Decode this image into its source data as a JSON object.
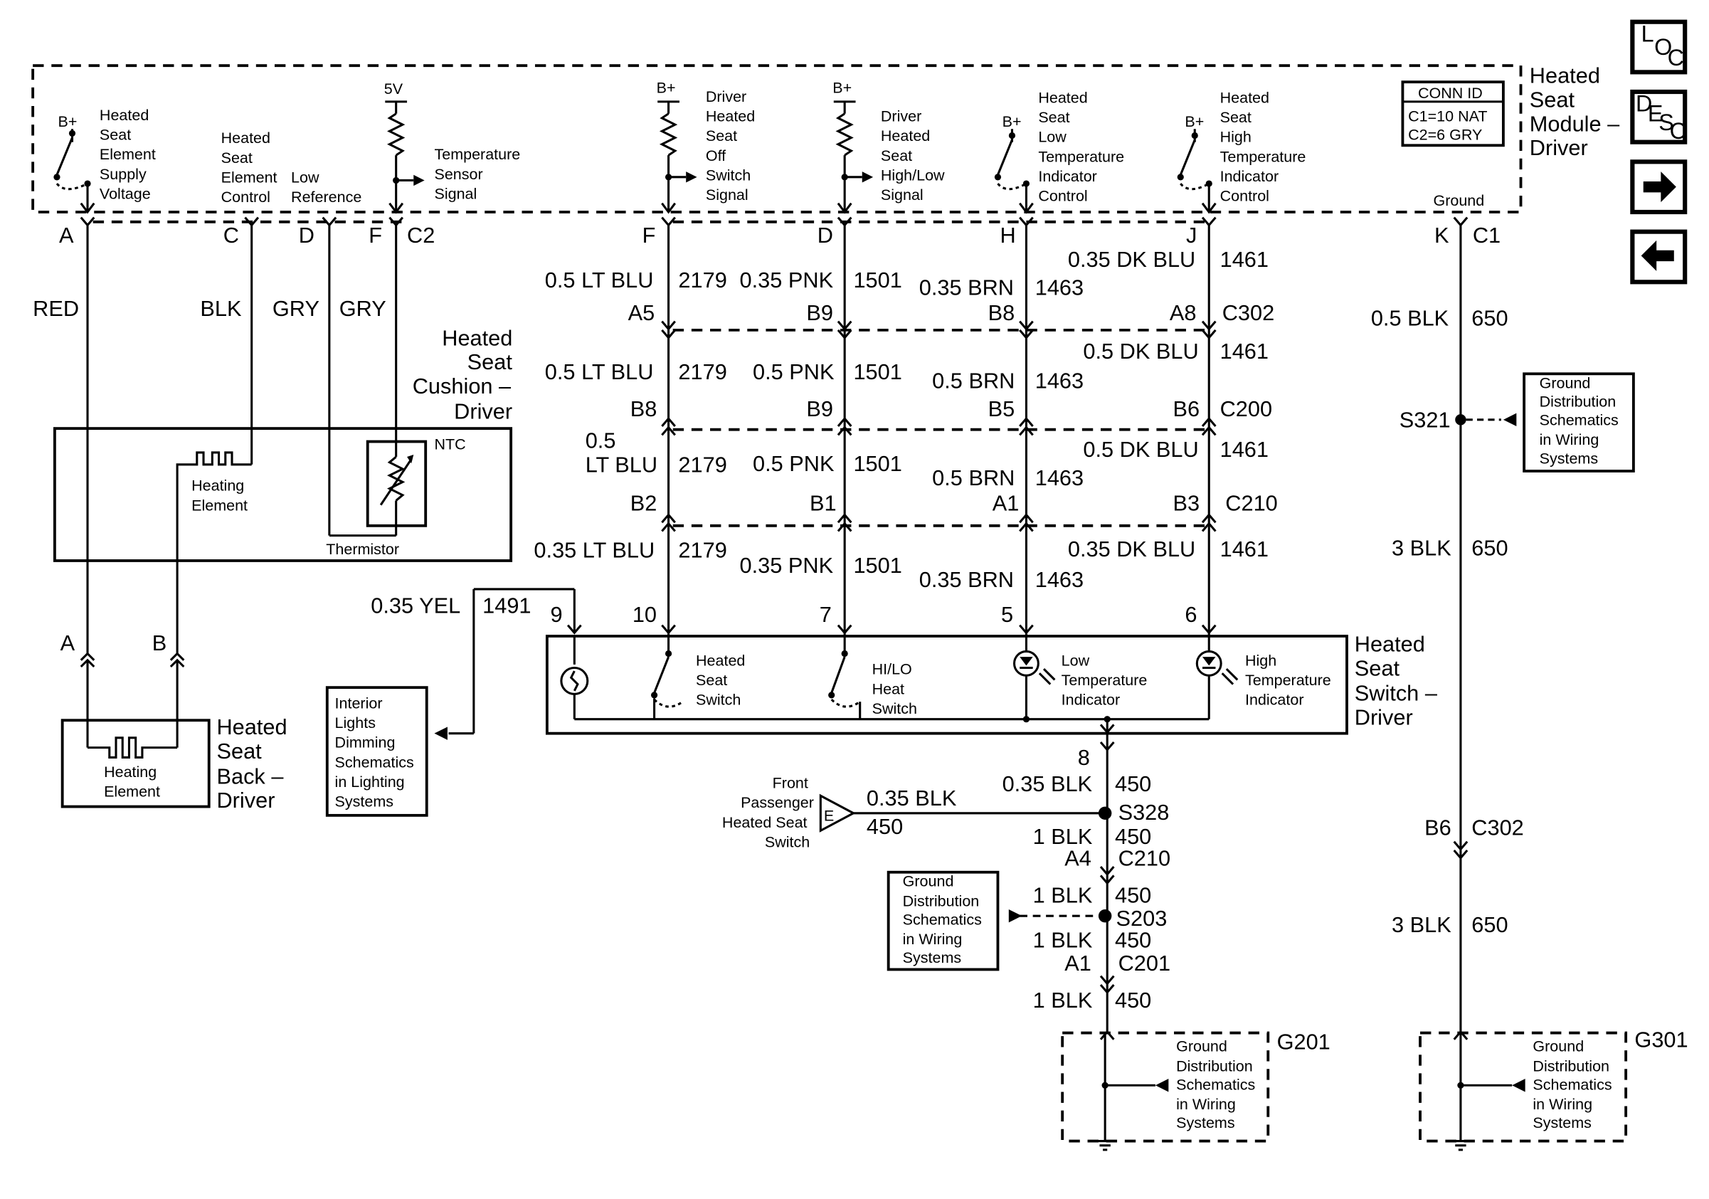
{
  "nav": {
    "loc": [
      "L",
      "O",
      "C"
    ],
    "desc": [
      "D",
      "E",
      "S",
      "C"
    ],
    "next_label": "→",
    "prev_label": "←"
  },
  "module": {
    "title": [
      "Heated",
      "Seat",
      "Module –",
      "Driver"
    ],
    "conn_header": "CONN ID",
    "conn_lines": [
      "C1=10 NAT",
      "C2=6 GRY"
    ],
    "supply": [
      "Heated",
      "Seat",
      "Element",
      "Supply",
      "Voltage"
    ],
    "element_control": [
      "Heated",
      "Seat",
      "Element",
      "Control"
    ],
    "low_reference": [
      "Low",
      "Reference"
    ],
    "temp_sensor": [
      "Temperature",
      "Sensor",
      "Signal"
    ],
    "off_signal": [
      "Driver",
      "Heated",
      "Seat",
      "Off",
      "Switch",
      "Signal"
    ],
    "highlow_signal": [
      "Driver",
      "Heated",
      "Seat",
      "High/Low",
      "Signal"
    ],
    "low_temp_ctrl": [
      "Heated",
      "Seat",
      "Low",
      "Temperature",
      "Indicator",
      "Control"
    ],
    "high_temp_ctrl": [
      "Heated",
      "Seat",
      "High",
      "Temperature",
      "Indicator",
      "Control"
    ],
    "ground": "Ground",
    "bplus": "B+",
    "fivev": "5V"
  },
  "pins": {
    "a": "A",
    "c": "C",
    "d": "D",
    "f": "F",
    "c2": "C2",
    "f_r": "F",
    "d_r": "D",
    "h": "H",
    "j": "J",
    "k": "K",
    "c1": "C1"
  },
  "wires": {
    "red": "RED",
    "blk": "BLK",
    "gry1": "GRY",
    "gry2": "GRY",
    "r1": [
      "0.5 LT BLU",
      "2179",
      "0.35 PNK",
      "1501",
      "0.35 BRN",
      "1463",
      "0.35 DK BLU",
      "1461"
    ],
    "c302": [
      "A5",
      "B9",
      "B8",
      "A8",
      "C302"
    ],
    "r2": [
      "0.5 LT BLU",
      "2179",
      "0.5 PNK",
      "1501",
      "0.5 BRN",
      "1463",
      "0.5 DK BLU",
      "1461"
    ],
    "c200": [
      "B8",
      "B9",
      "B5",
      "B6",
      "C200"
    ],
    "r3": [
      "0.5",
      "LT BLU",
      "2179",
      "0.5 PNK",
      "1501",
      "0.5 BRN",
      "1463",
      "0.5 DK BLU",
      "1461"
    ],
    "c210": [
      "B2",
      "B1",
      "A1",
      "B3",
      "C210"
    ],
    "r4": [
      "0.35 LT BLU",
      "2179",
      "0.35 PNK",
      "1501",
      "0.35 BRN",
      "1463",
      "0.35 DK BLU",
      "1461"
    ],
    "ground_right": [
      "0.5 BLK",
      "650",
      "S321",
      "3 BLK",
      "650",
      "B6",
      "C302",
      "3 BLK",
      "650"
    ],
    "yel": [
      "0.35 YEL",
      "1491"
    ],
    "switch_pins": [
      "9",
      "10",
      "7",
      "5",
      "6"
    ]
  },
  "cushion": {
    "title": [
      "Heated",
      "Seat",
      "Cushion –",
      "Driver"
    ],
    "heating": [
      "Heating",
      "Element"
    ],
    "ntc": "NTC",
    "thermistor": "Thermistor"
  },
  "back": {
    "pin_a": "A",
    "pin_b": "B",
    "heating": [
      "Heating",
      "Element"
    ],
    "title": [
      "Heated",
      "Seat",
      "Back –",
      "Driver"
    ]
  },
  "switch": {
    "title": [
      "Heated",
      "Seat",
      "Switch –",
      "Driver"
    ],
    "heated_seat": [
      "Heated",
      "Seat",
      "Switch"
    ],
    "hilo": [
      "HI/LO",
      "Heat",
      "Switch"
    ],
    "low_ind": [
      "Low",
      "Temperature",
      "Indicator"
    ],
    "high_ind": [
      "High",
      "Temperature",
      "Indicator"
    ]
  },
  "refs": {
    "interior": [
      "Interior",
      "Lights",
      "Dimming",
      "Schematics",
      "in Lighting",
      "Systems"
    ],
    "gd1": [
      "Ground",
      "Distribution",
      "Schematics",
      "in Wiring",
      "Systems"
    ],
    "gd2": [
      "Ground",
      "Distribution",
      "Schematics",
      "in Wiring",
      "Systems"
    ],
    "gd3": [
      "Ground",
      "Distribution",
      "Schematics",
      "in Wiring",
      "Systems"
    ],
    "gd4": [
      "Ground",
      "Distribution",
      "Schematics",
      "in Wiring",
      "Systems"
    ]
  },
  "ground_tree": {
    "pin8": "8",
    "w1": [
      "0.35 BLK",
      "450"
    ],
    "s328": "S328",
    "passenger": [
      "Front",
      "Passenger",
      "Heated Seat",
      "Switch"
    ],
    "passenger_conn": "E",
    "pw": [
      "0.35 BLK",
      "450"
    ],
    "w2": [
      "1 BLK",
      "450"
    ],
    "c210": [
      "A4",
      "C210"
    ],
    "w3": [
      "1 BLK",
      "450"
    ],
    "s203": "S203",
    "w4": [
      "1 BLK",
      "450"
    ],
    "c201": [
      "A1",
      "C201"
    ],
    "w5": [
      "1 BLK",
      "450"
    ],
    "g201": "G201",
    "g301": "G301"
  }
}
